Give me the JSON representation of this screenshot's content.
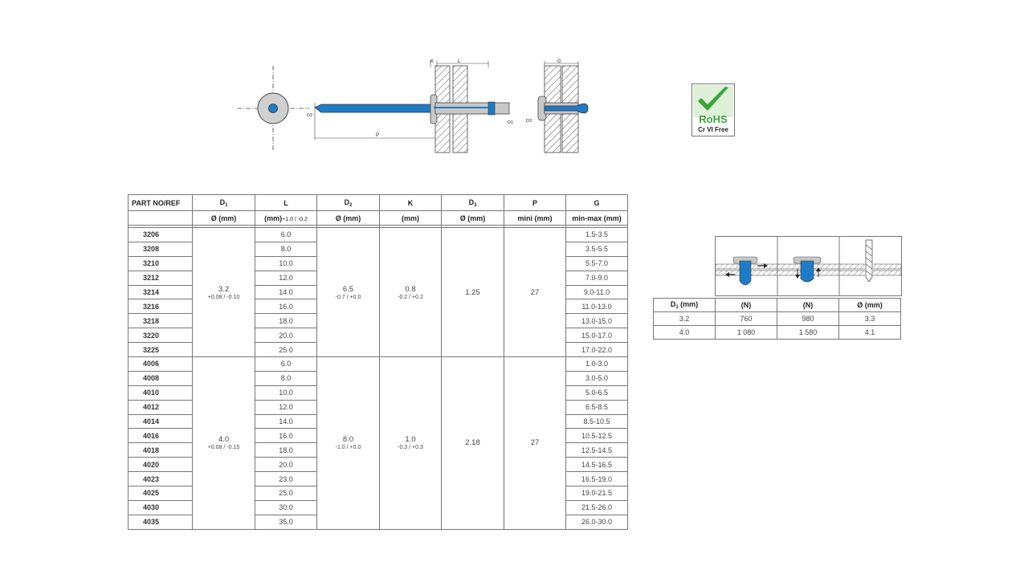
{
  "drawing": {
    "dim_k": "K",
    "dim_l": "L",
    "dim_g": "G",
    "dim_p": "P",
    "dim_d2": "D2",
    "dim_d1": "D1",
    "dim_d3": "D3",
    "colors": {
      "blue": "#1e7bc6",
      "gray": "#c8c8c8",
      "line": "#444444"
    }
  },
  "rohs": {
    "label": "RoHS",
    "sublabel": "Cr VI Free",
    "color": "#3aa53a",
    "icon": "checkmark-icon"
  },
  "spec_table": {
    "headers": [
      {
        "base": "PART NO/REF",
        "sub": ""
      },
      {
        "base": "D",
        "sub": "1"
      },
      {
        "base": "L",
        "sub": ""
      },
      {
        "base": "D",
        "sub": "2"
      },
      {
        "base": "K",
        "sub": ""
      },
      {
        "base": "D",
        "sub": "3"
      },
      {
        "base": "P",
        "sub": ""
      },
      {
        "base": "G",
        "sub": ""
      }
    ],
    "units": [
      "",
      "Ø (mm)",
      "(mm)",
      "+1.0 / -0.2",
      "Ø (mm)",
      "(mm)",
      "Ø (mm)",
      "mini (mm)",
      "min-max (mm)"
    ],
    "groups": [
      {
        "d1": "3.2",
        "d1_tol": "+0.08 / -0.10",
        "d2": "6.5",
        "d2_tol": "-0.7 / +0.0",
        "k": "0.8",
        "k_tol": "-0.2 / +0.2",
        "d3": "1.25",
        "p": "27",
        "rows": [
          {
            "part": "3206",
            "l": "6.0",
            "g": "1.5-3.5"
          },
          {
            "part": "3208",
            "l": "8.0",
            "g": "3.5-5.5"
          },
          {
            "part": "3210",
            "l": "10.0",
            "g": "5.5-7.0"
          },
          {
            "part": "3212",
            "l": "12.0",
            "g": "7.0-9.0"
          },
          {
            "part": "3214",
            "l": "14.0",
            "g": "9.0-11.0"
          },
          {
            "part": "3216",
            "l": "16.0",
            "g": "11.0-13.0"
          },
          {
            "part": "3218",
            "l": "18.0",
            "g": "13.0-15.0"
          },
          {
            "part": "3220",
            "l": "20.0",
            "g": "15.0-17.0"
          },
          {
            "part": "3225",
            "l": "25.0",
            "g": "17.0-22.0"
          }
        ]
      },
      {
        "d1": "4.0",
        "d1_tol": "+0.08 / -0.15",
        "d2": "8.0",
        "d2_tol": "-1.0 / +0.0",
        "k": "1.0",
        "k_tol": "-0.3 / +0.3",
        "d3": "2.18",
        "p": "27",
        "rows": [
          {
            "part": "4006",
            "l": "6.0",
            "g": "1.0-3.0"
          },
          {
            "part": "4008",
            "l": "8.0",
            "g": "3.0-5.0"
          },
          {
            "part": "4010",
            "l": "10.0",
            "g": "5.0-6.5"
          },
          {
            "part": "4012",
            "l": "12.0",
            "g": "6.5-8.5"
          },
          {
            "part": "4014",
            "l": "14.0",
            "g": "8.5-10.5"
          },
          {
            "part": "4016",
            "l": "16.0",
            "g": "10.5-12.5"
          },
          {
            "part": "4018",
            "l": "18.0",
            "g": "12.5-14.5"
          },
          {
            "part": "4020",
            "l": "20.0",
            "g": "14.5-16.5"
          },
          {
            "part": "4023",
            "l": "23.0",
            "g": "16.5-19.0"
          },
          {
            "part": "4025",
            "l": "25.0",
            "g": "19.0-21.5"
          },
          {
            "part": "4030",
            "l": "30.0",
            "g": "21.5-26.0"
          },
          {
            "part": "4035",
            "l": "35.0",
            "g": "26.0-30.0"
          }
        ]
      }
    ]
  },
  "force_table": {
    "headers": [
      {
        "base": "D",
        "sub": "1",
        "unit": " (mm)"
      },
      {
        "base": "(N)",
        "sub": "",
        "unit": ""
      },
      {
        "base": "(N)",
        "sub": "",
        "unit": ""
      },
      {
        "base": "Ø (mm)",
        "sub": "",
        "unit": ""
      }
    ],
    "rows": [
      [
        "3.2",
        "760",
        "980",
        "3.3"
      ],
      [
        "4.0",
        "1 080",
        "1 580",
        "4.1"
      ]
    ],
    "icons": [
      "shear-test-icon",
      "tensile-test-icon",
      "drill-hole-icon"
    ]
  }
}
